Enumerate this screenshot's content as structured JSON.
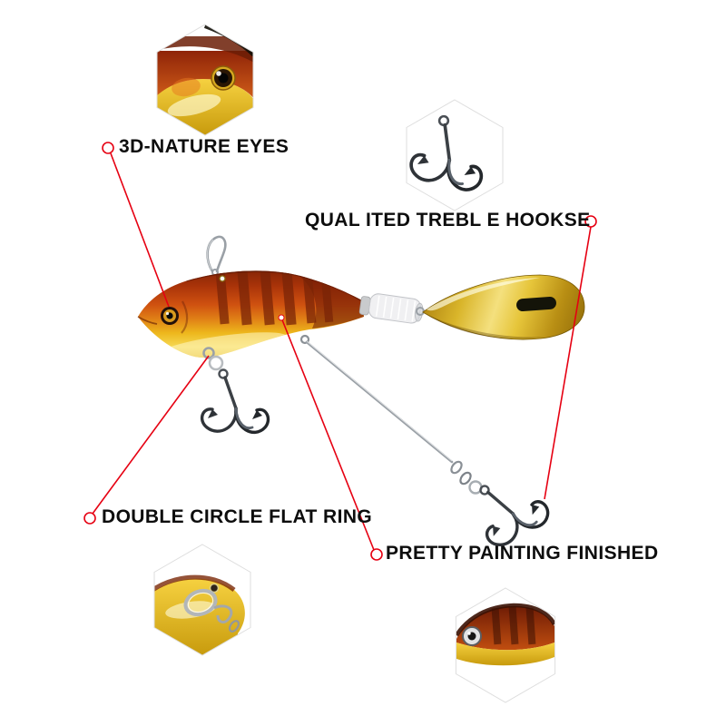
{
  "background": "#ffffff",
  "annotations": [
    {
      "id": "eyes",
      "label": "3D-NATURE EYES"
    },
    {
      "id": "hooks",
      "label": "QUAL ITED TREBL E HOOKSE"
    },
    {
      "id": "ring",
      "label": "DOUBLE CIRCLE FLAT RING"
    },
    {
      "id": "paint",
      "label": "PRETTY PAINTING FINISHED"
    }
  ],
  "colors": {
    "callout": "#e60012",
    "body_gold": "#f0c41e",
    "body_red": "#bf3e0e",
    "blade_gold": "#e9c93e",
    "hook_metal": "#3b4045",
    "background": "#ffffff"
  }
}
